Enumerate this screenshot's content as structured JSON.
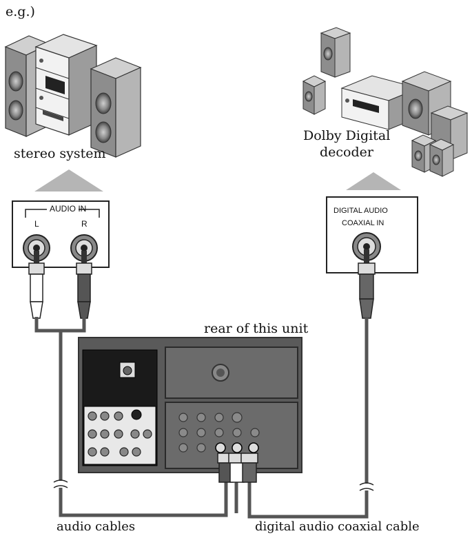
{
  "example_label": "e.g.)",
  "stereo": {
    "label": "stereo system",
    "panel_title": "AUDIO IN",
    "left_label": "L",
    "right_label": "R"
  },
  "decoder": {
    "label_line1": "Dolby Digital",
    "label_line2": "decoder",
    "panel_line1": "DIGITAL AUDIO",
    "panel_line2": "COAXIAL  IN"
  },
  "unit_label": "rear of this unit",
  "cables": {
    "audio": "audio cables",
    "digital": "digital audio coaxial cable"
  }
}
